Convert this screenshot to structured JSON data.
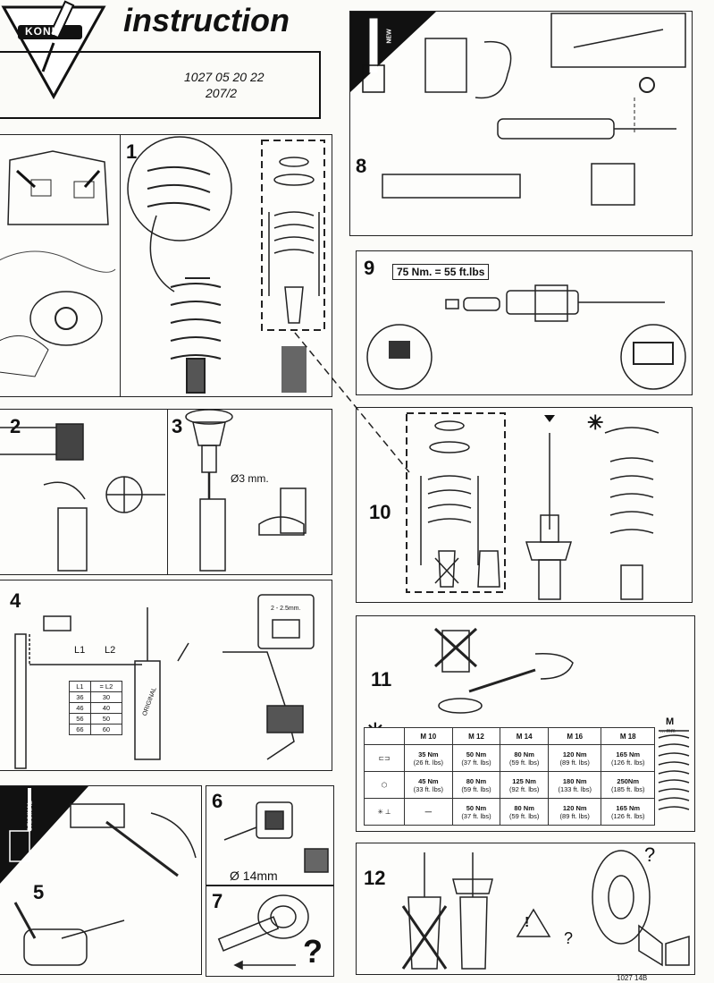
{
  "header": {
    "brand": "KONI",
    "title": "instruction",
    "code_line1": "1027 05 20 22",
    "code_line2": "207/2"
  },
  "steps": {
    "s1": "1",
    "s2": "2",
    "s3": "3",
    "s4": "4",
    "s5": "5",
    "s6": "6",
    "s7": "7",
    "s8": "8",
    "s9": "9",
    "s10": "10",
    "s11": "11",
    "s12": "12"
  },
  "step3": {
    "drill_label": "Ø3 mm."
  },
  "step4": {
    "l1": "L1",
    "l2": "L2",
    "gap_label": "2 - 2.5mm.",
    "shock_label": "ORIGINAL",
    "table_header_l1": "L1",
    "table_header_l2": "= L2",
    "rows": [
      [
        "36",
        "30"
      ],
      [
        "46",
        "40"
      ],
      [
        "56",
        "50"
      ],
      [
        "66",
        "60"
      ]
    ]
  },
  "step5": {
    "side_label": "ORIGINAL"
  },
  "step6": {
    "hole_label": "Ø 14mm"
  },
  "step7": {
    "question": "?"
  },
  "step8": {
    "side_label": "NEW"
  },
  "step9": {
    "torque_label": "75 Nm. = 55 ft.lbs"
  },
  "step11": {
    "headers": [
      "M 10",
      "M 12",
      "M 14",
      "M 16",
      "M 18"
    ],
    "rows": [
      [
        [
          "35 Nm",
          "(26 ft. lbs)"
        ],
        [
          "50 Nm",
          "(37 ft. lbs)"
        ],
        [
          "80 Nm",
          "(59 ft. lbs)"
        ],
        [
          "120 Nm",
          "(89 ft. lbs)"
        ],
        [
          "165 Nm",
          "(126 ft. lbs)"
        ]
      ],
      [
        [
          "45 Nm",
          "(33 ft. lbs)"
        ],
        [
          "80 Nm",
          "(59 ft. lbs)"
        ],
        [
          "125 Nm",
          "(92 ft. lbs)"
        ],
        [
          "180 Nm",
          "(133 ft. lbs)"
        ],
        [
          "250Nm",
          "(185 ft. lbs)"
        ]
      ],
      [
        [
          "—",
          ""
        ],
        [
          "50 Nm",
          "(37 ft. lbs)"
        ],
        [
          "80 Nm",
          "(59 ft. lbs)"
        ],
        [
          "120 Nm",
          "(89 ft. lbs)"
        ],
        [
          "165 Nm",
          "(126 ft. lbs)"
        ]
      ]
    ],
    "spring_label": "M",
    "spring_unit": "... mm"
  },
  "step12": {
    "q1": "?",
    "q2": "?",
    "warning": "!"
  },
  "footer": {
    "code": "1027 14B"
  }
}
